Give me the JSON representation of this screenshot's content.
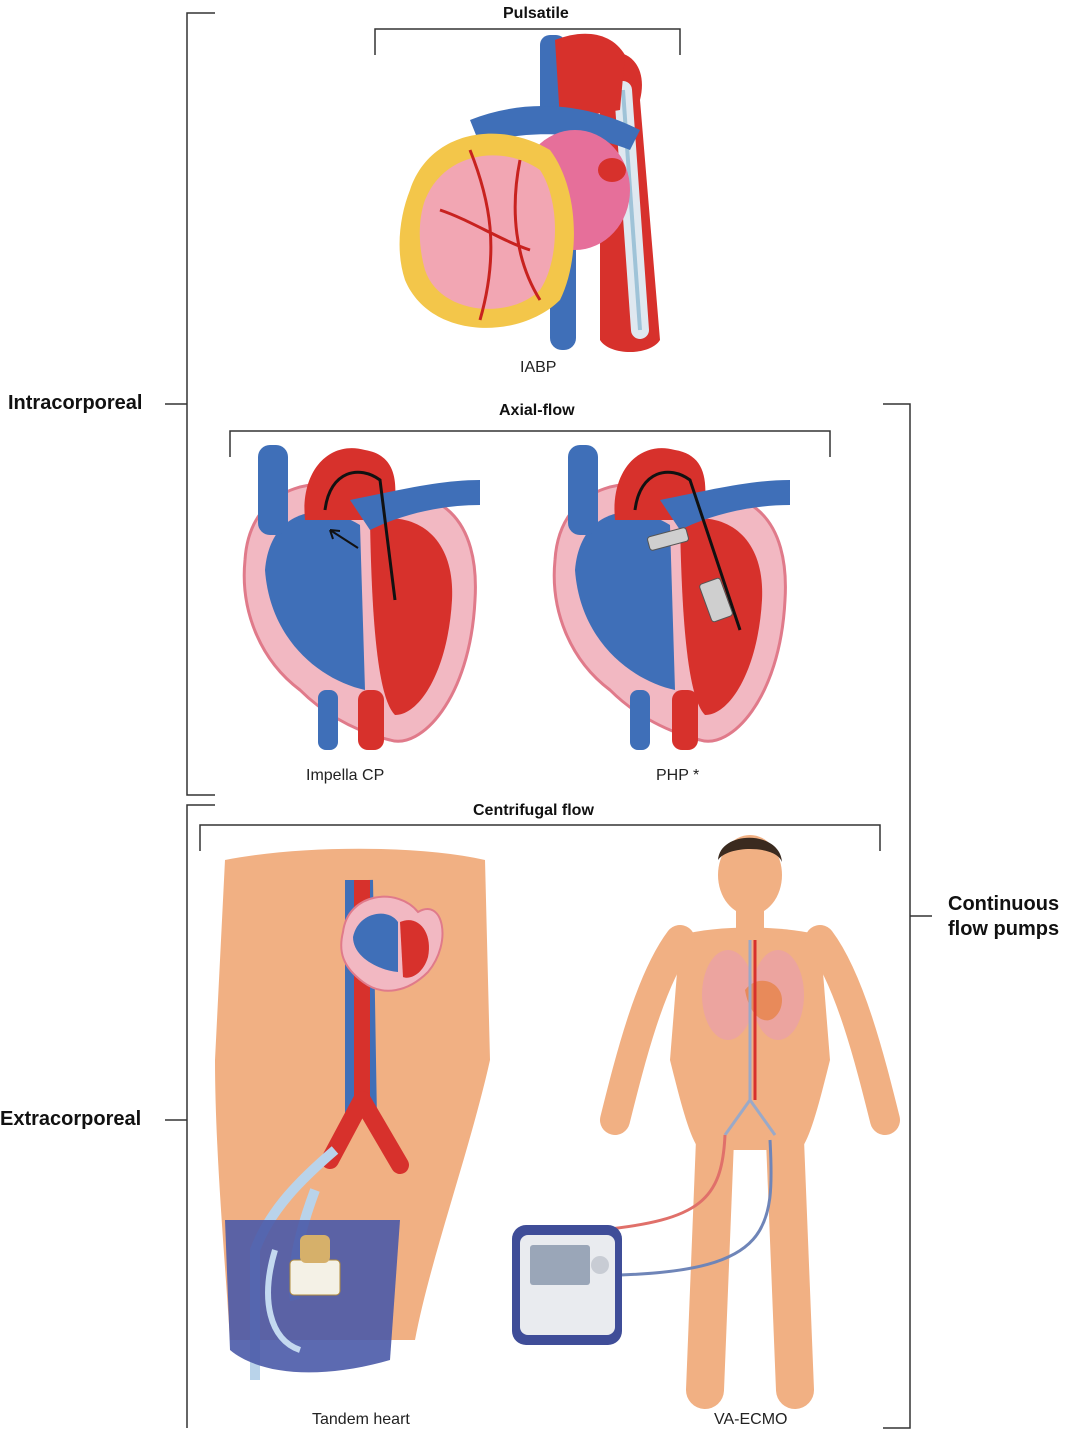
{
  "groups": {
    "intracorporeal": "Intracorporeal",
    "extracorporeal": "Extracorporeal",
    "continuous": [
      "Continuous",
      "flow pumps"
    ]
  },
  "sections": {
    "pulsatile": "Pulsatile",
    "axial": "Axial-flow",
    "centrifugal": "Centrifugal flow"
  },
  "devices": {
    "iabp": "IABP",
    "impella": "Impella CP",
    "php": "PHP *",
    "tandem": "Tandem heart",
    "vaecmo": "VA-ECMO"
  },
  "colors": {
    "artery": "#d7312c",
    "vein": "#3f6fb8",
    "myocardium": "#f2b8c2",
    "fat": "#f3c64a",
    "skin": "#f1b083",
    "device_blue": "#4a5aa8"
  }
}
